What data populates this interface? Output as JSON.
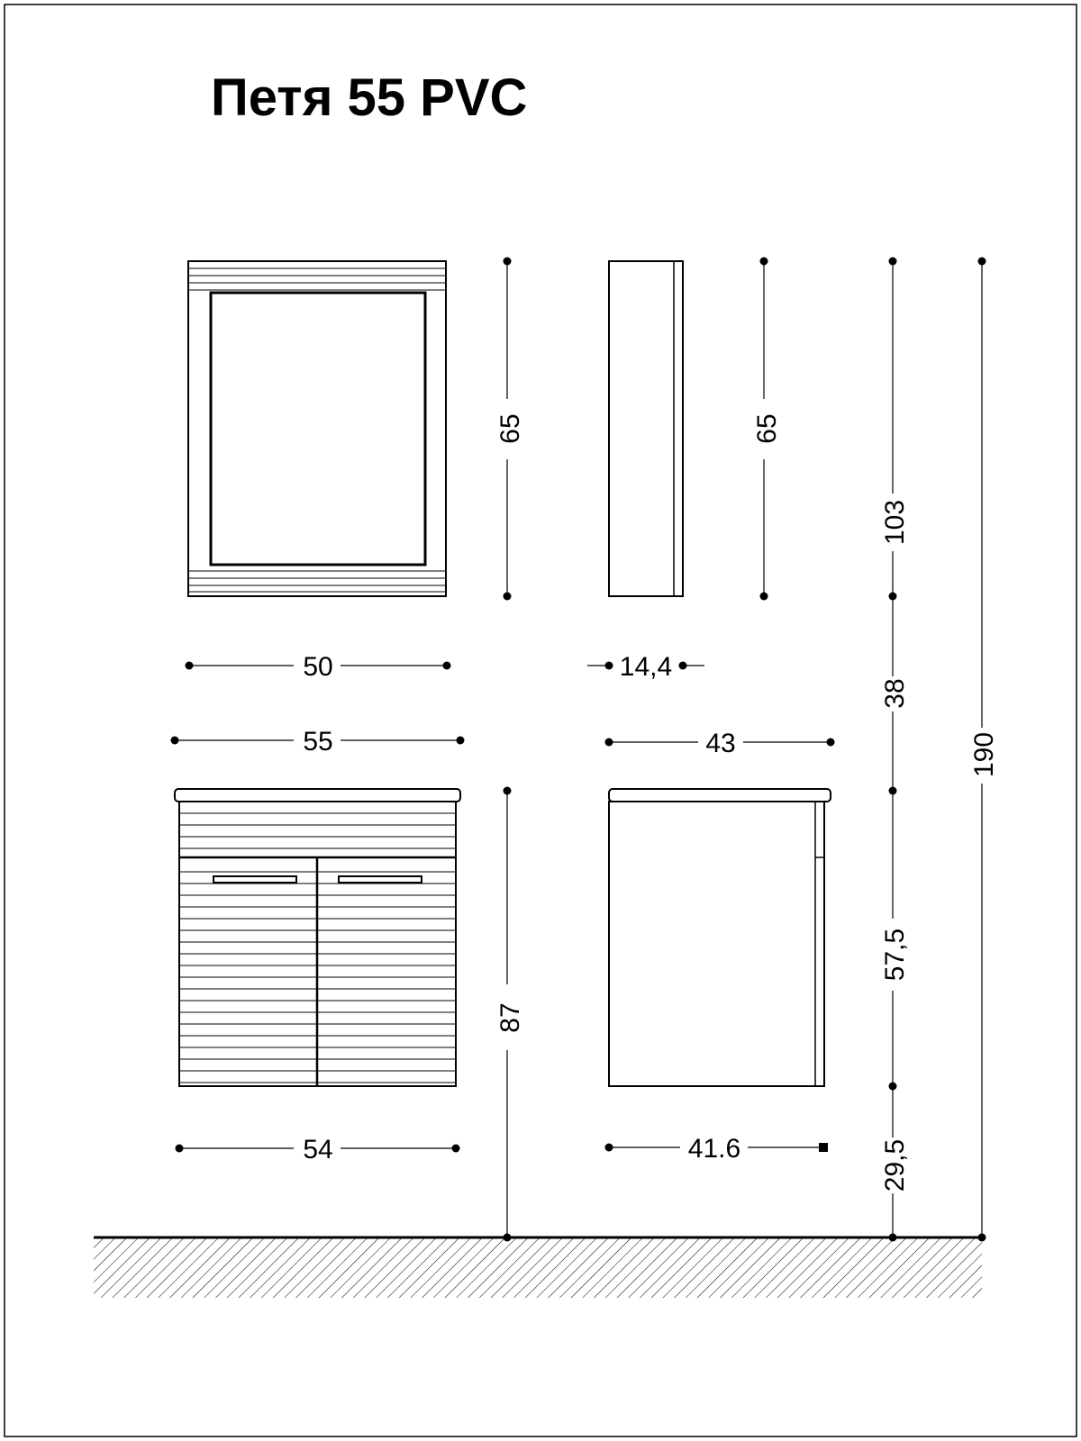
{
  "title": "Петя 55 PVC",
  "dims": {
    "mirror_height": "65",
    "mirror_side_height": "65",
    "mirror_width": "50",
    "mirror_depth": "14,4",
    "top_width": "55",
    "top_depth": "43",
    "base_height": "87",
    "base_width": "54",
    "base_depth": "41.6",
    "mirror_bottom_height": "103",
    "gap_height": "38",
    "cabinet_height": "57,5",
    "floor_clearance": "29,5",
    "total_height": "190"
  }
}
